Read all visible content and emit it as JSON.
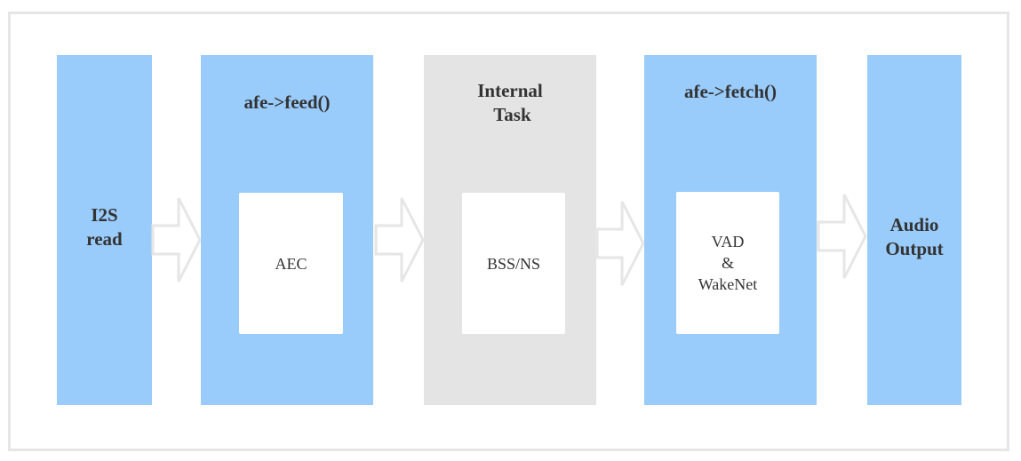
{
  "diagram": {
    "title": "AFE audio pipeline",
    "colors": {
      "stage_blue": "#99cbfb",
      "stage_grey": "#e4e4e4",
      "inner_box": "#ffffff",
      "arrow_stroke": "#e6e6e6",
      "frame_border": "#e6e6e6",
      "text": "#333333"
    },
    "stages": [
      {
        "id": "i2s",
        "title": "I2S\nread",
        "inner": null
      },
      {
        "id": "feed",
        "title": "afe->feed()",
        "inner": "AEC"
      },
      {
        "id": "internal",
        "title": "Internal\n Task",
        "inner": "BSS/NS"
      },
      {
        "id": "fetch",
        "title": "afe->fetch()",
        "inner": "VAD\n&\nWakeNet"
      },
      {
        "id": "output",
        "title": "Audio\nOutput",
        "inner": null
      }
    ],
    "arrows": [
      {
        "from": "i2s",
        "to": "feed"
      },
      {
        "from": "feed",
        "to": "internal"
      },
      {
        "from": "internal",
        "to": "fetch"
      },
      {
        "from": "fetch",
        "to": "output"
      }
    ]
  }
}
